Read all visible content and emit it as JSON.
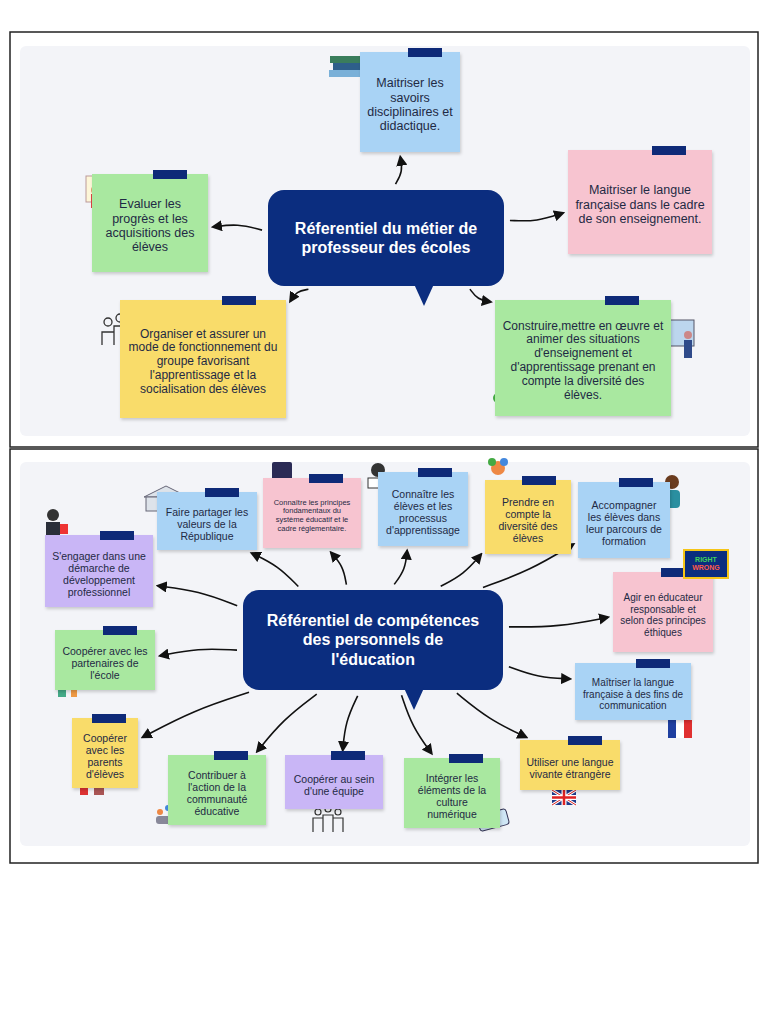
{
  "diagram": {
    "nodes": [
      {
        "text": [
          "Réferentiel du métier de professeur des écoles"
        ]
      },
      {
        "text": [
          "Maitriser les savoirs disciplinaires et didactique."
        ]
      },
      {
        "text": [
          "Maitriser le langue française dans le cadre de son enseignement."
        ]
      },
      {
        "text": [
          "Evaluer les progrès et les acquisitions des élèves"
        ]
      },
      {
        "text": [
          "Organiser et assurer un mode de fonctionnement du groupe favorisant l'apprentissage et la socialisation des élèves"
        ]
      },
      {
        "text": [
          "Construire,mettre en œuvre et animer des situations d'enseignement et d'apprentissage prenant en compte la diversité des élèves."
        ]
      },
      {
        "text": [
          "Référentiel de compétences des personnels de l'éducation"
        ]
      },
      {
        "text": [
          "Faire partager les valeurs de la République"
        ]
      },
      {
        "text": [
          "Connaître les principes fondamentaux du système éducatif et le cadre réglementaire."
        ]
      },
      {
        "text": [
          "Connaître les élèves et les processus d'apprentissage"
        ]
      },
      {
        "text": [
          "Prendre en compte la diversité des élèves"
        ]
      },
      {
        "text": [
          "Accompagner les élèves dans leur parcours de formation"
        ]
      },
      {
        "text": [
          "S'engager dans une démarche de développement professionnel"
        ]
      },
      {
        "text": [
          "Agir en éducateur responsable et selon des principes éthiques"
        ]
      },
      {
        "text": [
          "Coopérer avec les partenaires de l'école"
        ]
      },
      {
        "text": [
          "Maîtriser la langue française à des fins de communication"
        ]
      },
      {
        "text": [
          "Coopérer avec les parents d'élèves"
        ]
      },
      {
        "text": [
          "Contribuer à l'action de la communauté éducative"
        ]
      },
      {
        "text": [
          "Coopérer au sein d'une équipe"
        ]
      },
      {
        "text": [
          "Intégrer les éléments de la culture numérique"
        ]
      },
      {
        "text": [
          "Utiliser une langue vivante étrangère"
        ]
      }
    ],
    "edges": [
      {
        "from": 0,
        "to": 1,
        "arrow": "to"
      },
      {
        "from": 0,
        "to": 2,
        "arrow": "to"
      },
      {
        "from": 0,
        "to": 3,
        "arrow": "to"
      },
      {
        "from": 0,
        "to": 4,
        "arrow": "to"
      },
      {
        "from": 0,
        "to": 5,
        "arrow": "to"
      },
      {
        "from": 6,
        "to": 7,
        "arrow": "to"
      },
      {
        "from": 6,
        "to": 8,
        "arrow": "to"
      },
      {
        "from": 6,
        "to": 9,
        "arrow": "to"
      },
      {
        "from": 6,
        "to": 10,
        "arrow": "to"
      },
      {
        "from": 6,
        "to": 11,
        "arrow": "to"
      },
      {
        "from": 6,
        "to": 12,
        "arrow": "to"
      },
      {
        "from": 6,
        "to": 13,
        "arrow": "to"
      },
      {
        "from": 6,
        "to": 14,
        "arrow": "to"
      },
      {
        "from": 6,
        "to": 15,
        "arrow": "to"
      },
      {
        "from": 6,
        "to": 16,
        "arrow": "to"
      },
      {
        "from": 6,
        "to": 17,
        "arrow": "to"
      },
      {
        "from": 6,
        "to": 18,
        "arrow": "to"
      },
      {
        "from": 6,
        "to": 19,
        "arrow": "to"
      },
      {
        "from": 6,
        "to": 20,
        "arrow": "to"
      }
    ],
    "labels": [
      "RIGHT",
      "WRONG"
    ]
  }
}
